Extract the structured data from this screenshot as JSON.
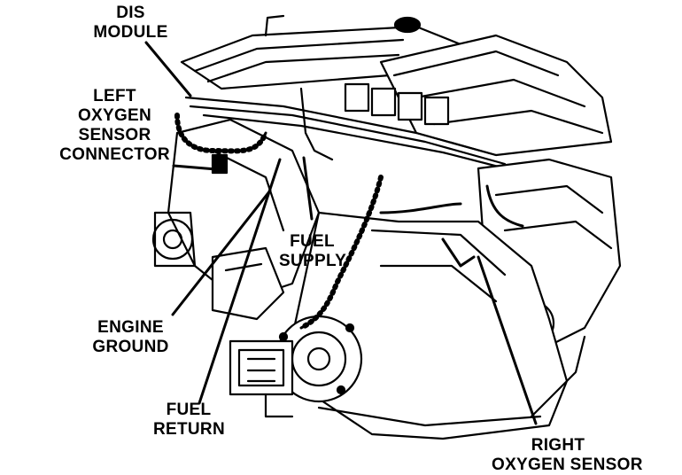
{
  "labels": {
    "dis_module": [
      "DIS",
      "MODULE"
    ],
    "left_o2": [
      "LEFT",
      "OXYGEN",
      "SENSOR",
      "CONNECTOR"
    ],
    "fuel_supply": [
      "FUEL",
      "SUPPLY"
    ],
    "engine_ground": [
      "ENGINE",
      "GROUND"
    ],
    "fuel_return": [
      "FUEL",
      "RETURN"
    ],
    "right_o2": [
      "RIGHT",
      "OXYGEN SENSOR"
    ]
  },
  "colors": {
    "ink": "#000000",
    "paper": "#ffffff"
  }
}
